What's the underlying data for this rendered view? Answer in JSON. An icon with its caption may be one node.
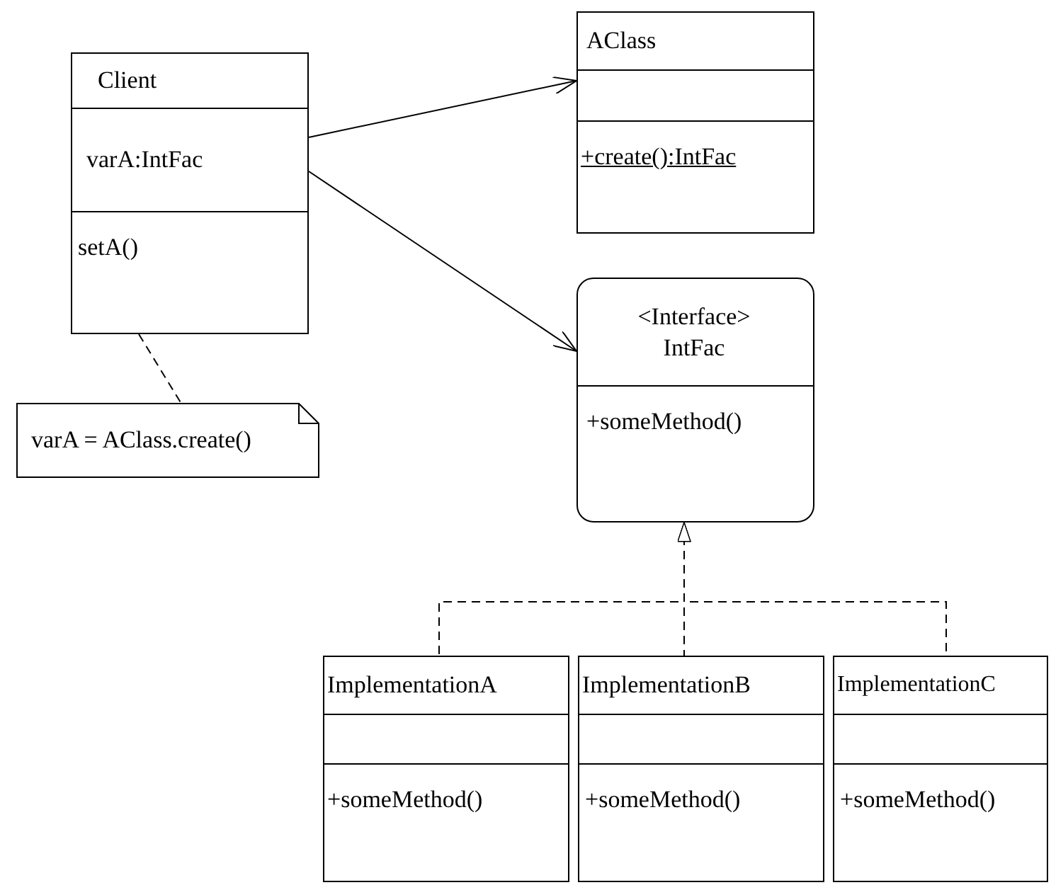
{
  "diagram": {
    "nodes": [
      {
        "text": [
          "Client",
          "varA:IntFac",
          "setA()"
        ]
      },
      {
        "text": [
          "AClass",
          "+create():IntFac"
        ]
      },
      {
        "text": [
          "<Interface> IntFac",
          "+someMethod()"
        ]
      },
      {
        "text": [
          "varA = AClass.create()"
        ]
      },
      {
        "text": [
          "ImplementationA",
          "+someMethod()"
        ]
      },
      {
        "text": [
          "ImplementationB",
          "+someMethod()"
        ]
      },
      {
        "text": [
          "ImplementationC",
          "+someMethod()"
        ]
      }
    ],
    "edges": [
      {
        "from": 0,
        "to": 1,
        "arrow": "to"
      },
      {
        "from": 0,
        "to": 2,
        "arrow": "to"
      },
      {
        "from": 3,
        "to": 0,
        "arrow": "none",
        "style": "dashed"
      },
      {
        "from": 4,
        "to": 2,
        "arrow": "to",
        "style": "dashed"
      },
      {
        "from": 5,
        "to": 2,
        "arrow": "to",
        "style": "dashed"
      },
      {
        "from": 6,
        "to": 2,
        "arrow": "to",
        "style": "dashed"
      }
    ]
  }
}
